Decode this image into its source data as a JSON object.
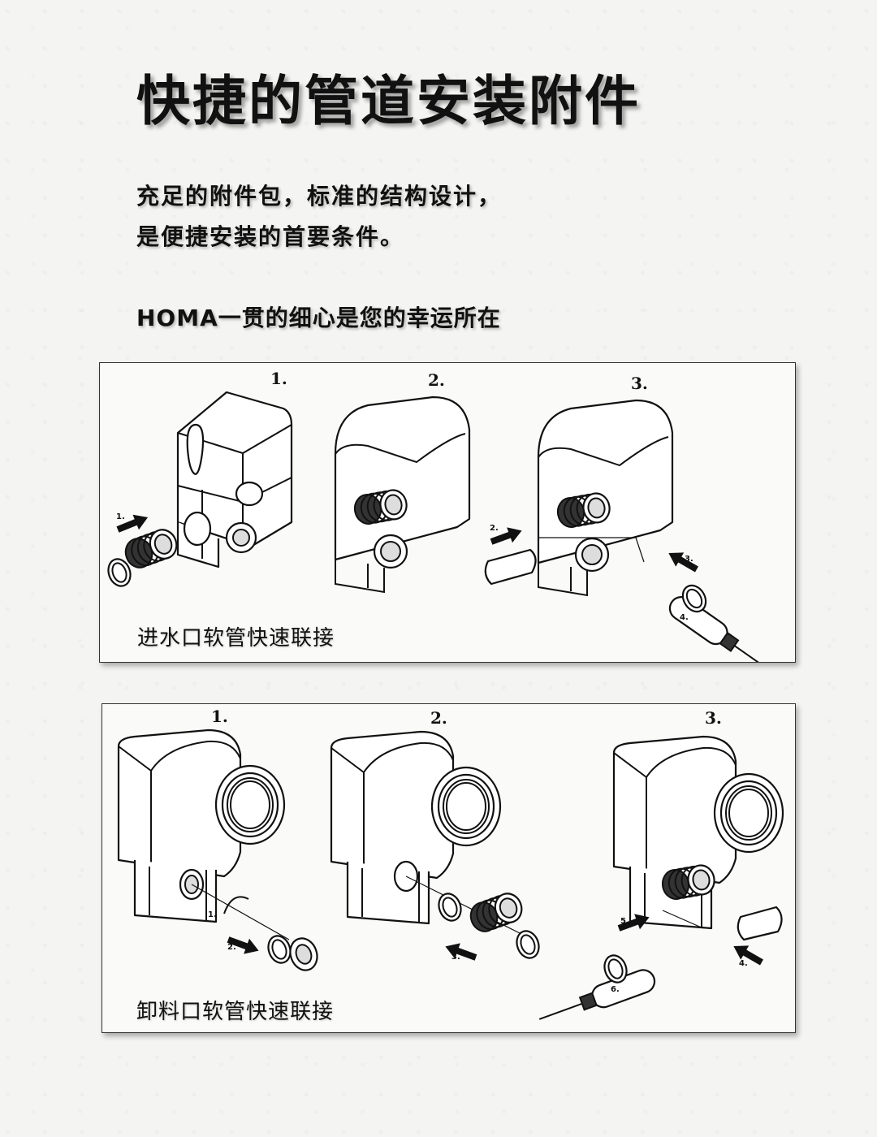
{
  "title": "快捷的管道安装附件",
  "intro": {
    "line1": "充足的附件包，标准的结构设计，",
    "line2": "是便捷安装的首要条件。"
  },
  "slogan": "HOMA一贯的细心是您的幸运所在",
  "panel_inlet": {
    "caption": "进水口软管快速联接",
    "steps": [
      "1.",
      "2.",
      "3."
    ],
    "arrow_labels": [
      "1.",
      "2.",
      "3.",
      "4."
    ]
  },
  "panel_outlet": {
    "caption": "卸料口软管快速联接",
    "steps": [
      "1.",
      "2.",
      "3."
    ],
    "arrow_labels": [
      "1.",
      "2.",
      "3.",
      "4.",
      "5.",
      "6."
    ]
  }
}
